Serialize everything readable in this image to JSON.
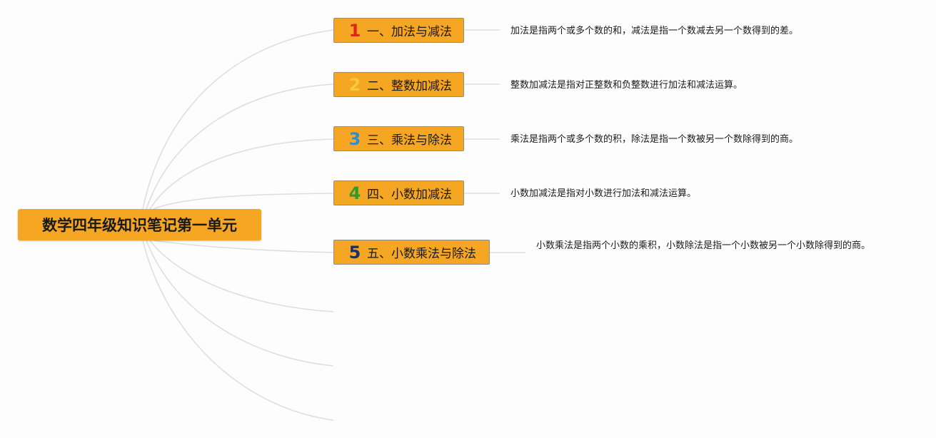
{
  "root": {
    "title": "数学四年级知识笔记第一单元"
  },
  "topics": [
    {
      "num": "1",
      "num_color": "#e0231b",
      "label": "一、加法与减法",
      "note": "加法是指两个或多个数的和，减法是指一个数减去另一个数得到的差。"
    },
    {
      "num": "2",
      "num_color": "#f7c840",
      "label": "二、整数加减法",
      "note": "整数加减法是指对正整数和负整数进行加法和减法运算。"
    },
    {
      "num": "3",
      "num_color": "#2f8fc9",
      "label": "三、乘法与除法",
      "note": "乘法是指两个或多个数的积，除法是指一个数被另一个数除得到的商。"
    },
    {
      "num": "4",
      "num_color": "#2e9b2e",
      "label": "四、小数加减法",
      "note": "小数加减法是指对小数进行加法和减法运算。"
    },
    {
      "num": "5",
      "num_color": "#1d2f72",
      "label": "五、小数乘法与除法",
      "note": "小数乘法是指两个小数的乘积，小数除法是指一个小数被另一个小数除得到的商。"
    }
  ],
  "colors": {
    "node_fill": "#f5a623",
    "connector": "#dcdcdc"
  }
}
